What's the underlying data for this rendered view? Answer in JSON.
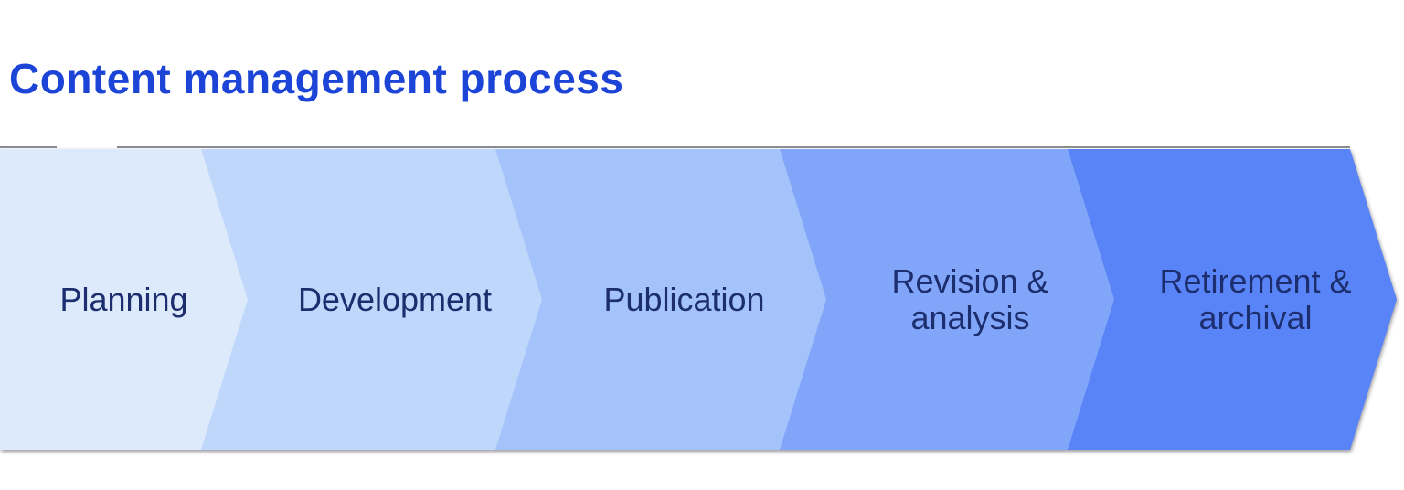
{
  "title": {
    "text": "Content management process",
    "color": "#1c44d6"
  },
  "diagram": {
    "type": "process-flow",
    "direction": "left-to-right",
    "label_color": "#1d2e6e",
    "stages": [
      {
        "label": "Planning",
        "lines": [
          "Planning"
        ],
        "fill": "#dceafc"
      },
      {
        "label": "Development",
        "lines": [
          "Development"
        ],
        "fill": "#bed7fb"
      },
      {
        "label": "Publication",
        "lines": [
          "Publication"
        ],
        "fill": "#a4c3fa"
      },
      {
        "label": "Revision & analysis",
        "lines": [
          "Revision &",
          "analysis"
        ],
        "fill": "#81a6f9"
      },
      {
        "label": "Retirement & archival",
        "lines": [
          "Retirement &",
          "archival"
        ],
        "fill": "#5884f8"
      }
    ]
  }
}
